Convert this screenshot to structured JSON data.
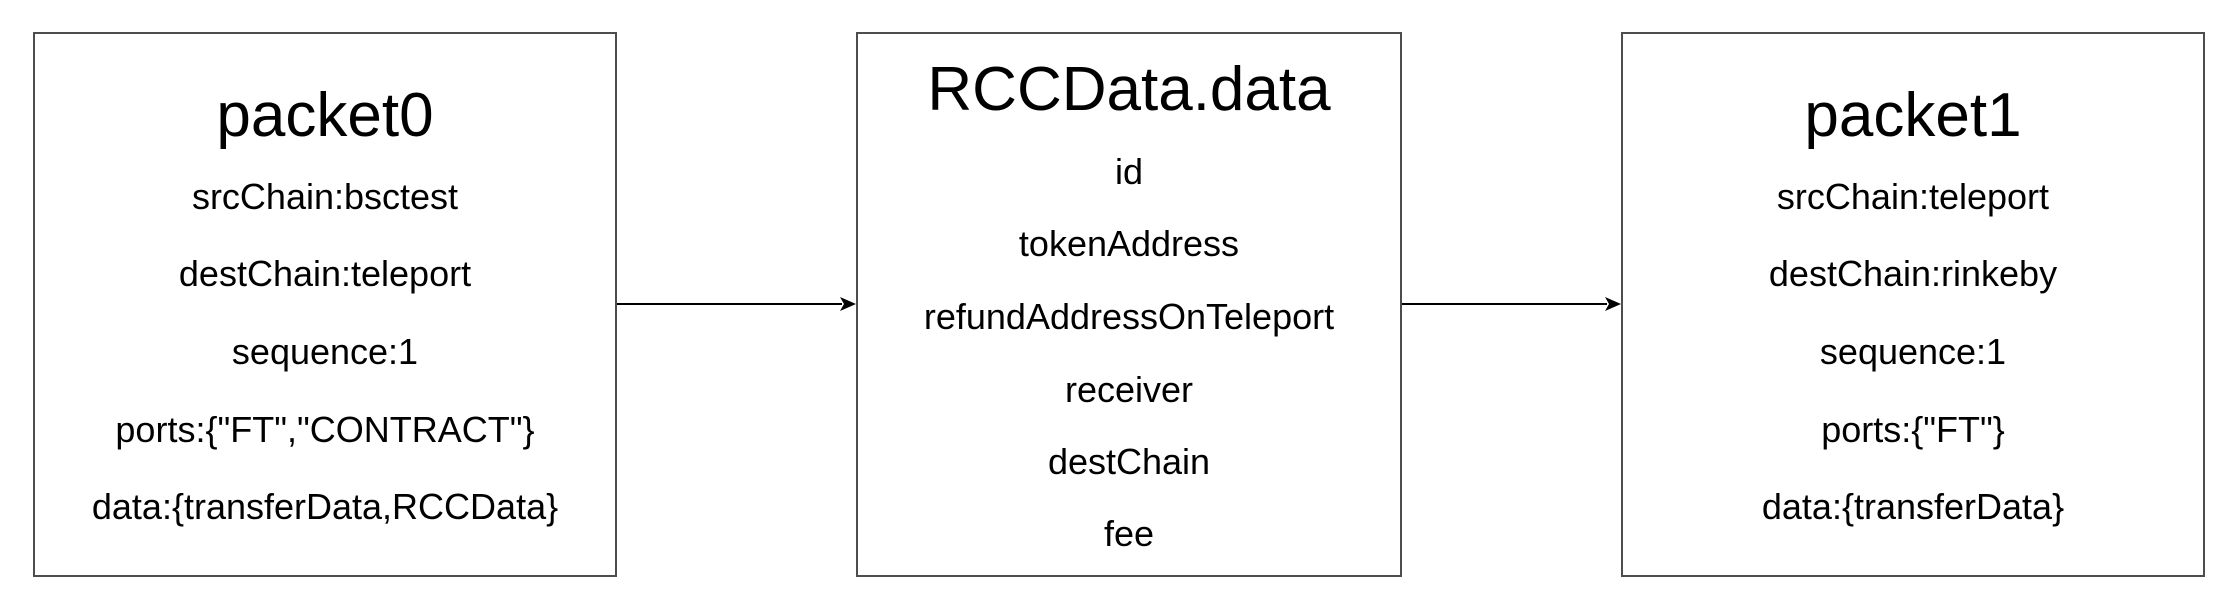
{
  "packet0": {
    "title": "packet0",
    "fields": [
      "srcChain:bsctest",
      "destChain:teleport",
      "sequence:1",
      "ports:{\"FT\",\"CONTRACT\"}",
      "data:{transferData,RCCData}"
    ]
  },
  "rccdata": {
    "title": "RCCData.data",
    "fields": [
      "id",
      "tokenAddress",
      "refundAddressOnTeleport",
      "receiver",
      "destChain",
      "fee"
    ]
  },
  "packet1": {
    "title": "packet1",
    "fields": [
      "srcChain:teleport",
      "destChain:rinkeby",
      "sequence:1",
      "ports:{\"FT\"}",
      "data:{transferData}"
    ]
  },
  "colors": {
    "border": "#4d4d4d",
    "arrow": "#000000",
    "text": "#000000"
  }
}
